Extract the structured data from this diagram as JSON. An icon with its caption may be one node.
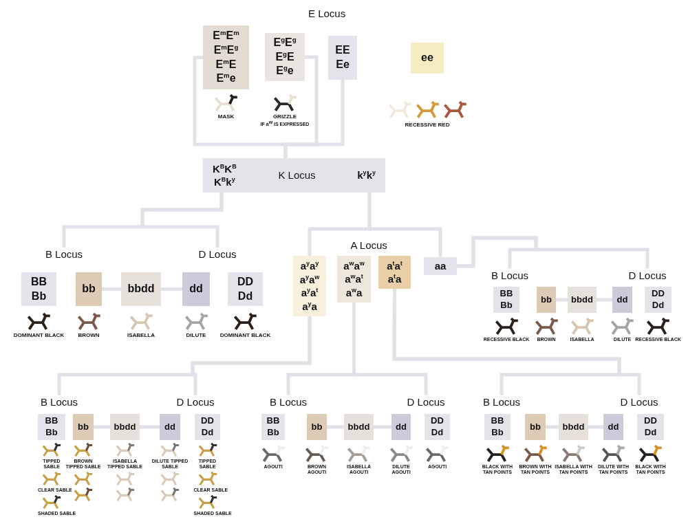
{
  "diagram": {
    "nodes": [
      {
        "text": [
          "E$^{m}$E$^{m}$",
          "E$^{m}$E$^{g}$",
          "E$^{m}$E",
          "E$^{m}$e"
        ]
      },
      {
        "text": [
          "E$^{g}$E$^{g}$",
          "E$^{g}$E",
          "E$^{g}$e"
        ]
      },
      {
        "text": [
          "EE",
          "Ee"
        ]
      },
      {
        "text": [
          "ee"
        ]
      },
      {
        "text": [
          "K$^{B}$K$^{B}$",
          "K$^{B}$k$^{y}$",
          "K Locus",
          "k$^{y}$k$^{y}$"
        ]
      },
      {
        "text": [
          "B Locus"
        ]
      },
      {
        "text": [
          "D Locus"
        ]
      },
      {
        "text": [
          "BB",
          "Bb"
        ]
      },
      {
        "text": [
          "bb"
        ]
      },
      {
        "text": [
          "bbdd"
        ]
      },
      {
        "text": [
          "dd"
        ]
      },
      {
        "text": [
          "DD",
          "Dd"
        ]
      },
      {
        "text": [
          "a$^{y}$a$^{y}$",
          "a$^{y}$a$^{w}$",
          "a$^{y}$a$^{t}$",
          "a$^{y}$a"
        ]
      },
      {
        "text": [
          "a$^{w}$a$^{w}$",
          "a$^{w}$a$^{t}$",
          "a$^{w}$a"
        ]
      },
      {
        "text": [
          "a$^{t}$a$^{t}$",
          "a$^{t}$a"
        ]
      },
      {
        "text": [
          "aa"
        ]
      },
      {
        "text": [
          "B Locus"
        ]
      },
      {
        "text": [
          "D Locus"
        ]
      },
      {
        "text": [
          "BB",
          "Bb"
        ]
      },
      {
        "text": [
          "bb"
        ]
      },
      {
        "text": [
          "bbdd"
        ]
      },
      {
        "text": [
          "dd"
        ]
      },
      {
        "text": [
          "DD",
          "Dd"
        ]
      },
      {
        "text": [
          "B Locus"
        ]
      },
      {
        "text": [
          "D Locus"
        ]
      },
      {
        "text": [
          "BB",
          "Bb"
        ]
      },
      {
        "text": [
          "bb"
        ]
      },
      {
        "text": [
          "bbdd"
        ]
      },
      {
        "text": [
          "dd"
        ]
      },
      {
        "text": [
          "DD",
          "Dd"
        ]
      },
      {
        "text": [
          "B Locus"
        ]
      },
      {
        "text": [
          "D Locus"
        ]
      },
      {
        "text": [
          "BB",
          "Bb"
        ]
      },
      {
        "text": [
          "bb"
        ]
      },
      {
        "text": [
          "bbdd"
        ]
      },
      {
        "text": [
          "dd"
        ]
      },
      {
        "text": [
          "DD",
          "Dd"
        ]
      },
      {
        "text": [
          "B Locus"
        ]
      },
      {
        "text": [
          "D Locus"
        ]
      },
      {
        "text": [
          "BB",
          "Bb"
        ]
      },
      {
        "text": [
          "bb"
        ]
      },
      {
        "text": [
          "bbdd"
        ]
      },
      {
        "text": [
          "dd"
        ]
      },
      {
        "text": [
          "DD",
          "Dd"
        ]
      }
    ],
    "edges": [
      {
        "from": 0,
        "to": 4,
        "arrow": "none"
      },
      {
        "from": 1,
        "to": 4,
        "arrow": "none"
      },
      {
        "from": 2,
        "to": 4,
        "arrow": "none"
      },
      {
        "from": 4,
        "to": 5,
        "arrow": "none"
      },
      {
        "from": 4,
        "to": 6,
        "arrow": "none"
      },
      {
        "from": 8,
        "to": 9,
        "arrow": "none"
      },
      {
        "from": 9,
        "to": 10,
        "arrow": "none"
      },
      {
        "from": 4,
        "to": 12,
        "arrow": "none"
      },
      {
        "from": 4,
        "to": 15,
        "arrow": "none"
      },
      {
        "from": 15,
        "to": 16,
        "arrow": "none"
      },
      {
        "from": 15,
        "to": 17,
        "arrow": "none"
      },
      {
        "from": 19,
        "to": 20,
        "arrow": "none"
      },
      {
        "from": 20,
        "to": 21,
        "arrow": "none"
      },
      {
        "from": 12,
        "to": 23,
        "arrow": "none"
      },
      {
        "from": 12,
        "to": 24,
        "arrow": "none"
      },
      {
        "from": 26,
        "to": 27,
        "arrow": "none"
      },
      {
        "from": 27,
        "to": 28,
        "arrow": "none"
      },
      {
        "from": 13,
        "to": 30,
        "arrow": "none"
      },
      {
        "from": 13,
        "to": 31,
        "arrow": "none"
      },
      {
        "from": 33,
        "to": 34,
        "arrow": "none"
      },
      {
        "from": 34,
        "to": 35,
        "arrow": "none"
      },
      {
        "from": 14,
        "to": 37,
        "arrow": "none"
      },
      {
        "from": 14,
        "to": 38,
        "arrow": "none"
      },
      {
        "from": 40,
        "to": 41,
        "arrow": "none"
      },
      {
        "from": 41,
        "to": 42,
        "arrow": "none"
      }
    ],
    "labels": [
      "E Locus",
      "MASK",
      "GRIZZLE",
      "IF a$^{w}$ IS EXPRESSED",
      "RECESSIVE RED",
      "A Locus",
      "DOMINANT BLACK",
      "BROWN",
      "ISABELLA",
      "DILUTE",
      "DOMINANT BLACK",
      "RECESSIVE BLACK",
      "BROWN",
      "ISABELLA",
      "DILUTE",
      "RECESSIVE BLACK",
      "TIPPED SABLE",
      "BROWN TIPPED SABLE",
      "ISABELLA TIPPED SABLE",
      "DILUTE TIPPED SABLE",
      "TIPPED SABLE",
      "AGOUTI",
      "BROWN AGOUTI",
      "ISABELLA AGOUTI",
      "DILUTE AGOUTI",
      "AGOUTI",
      "BLACK WITH TAN POINTS",
      "BROWN WITH TAN POINTS",
      "ISABELLA WITH TAN POINTS",
      "DILUTE WITH TAN POINTS",
      "BLACK WITH TAN POINTS",
      "CLEAR SABLE",
      "CLEAR SABLE",
      "SHADED SABLE",
      "SHADED SABLE"
    ]
  }
}
